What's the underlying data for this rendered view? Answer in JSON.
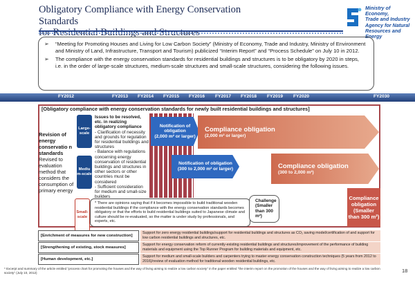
{
  "header": {
    "title_line1": "Obligatory Compliance with Energy Conservation Standards",
    "title_line2": "for Residential Buildings and Structures",
    "logo_line1": "Ministry of Economy,",
    "logo_line2": "Trade and Industry",
    "logo_line3": "Agency for Natural",
    "logo_line4": "Resources and Energy"
  },
  "intro": {
    "arrow": "➢",
    "item1": "“Meeting for Promoting Houses and Living for Low Carbon Society” (Ministry of Economy, Trade and Industry, Ministry of Environment and Ministry of Land, Infrastructure, Transport and Tourism) publicized “Interim Report” and “Process Schedule” on July 10 in 2012.",
    "item2": "The compliance with the energy conservation standards for residential buildings and structures is to be obligatory by 2020 in steps, i.e. in the order of large-scale structures, medium-scale structures and small-scale structures, considering the following issues."
  },
  "years": [
    "FY2012",
    "FY2013",
    "FY2014",
    "FY2015",
    "FY2016",
    "FY2017",
    "FY2018",
    "FY2019",
    "FY2020",
    "FY2030"
  ],
  "framework": {
    "heading": "[Obligatory compliance with energy conservation standards for newly built residential buildings and structures]",
    "revision_bold": "Revision of energy conservatio n standards",
    "revision_rest": "Revised to evaluation method that considers the consumption of primary energy",
    "scale_large": "Large-scale",
    "scale_medium": "Mediu m-scale",
    "scale_small": "Small-scale",
    "issues_head": "Issues to be resolved, etc. in realizing obligatory compliance",
    "issues_body": "- Clarification of necessity and grounds for regulation for residential buildings and structures\n- Balance with regulations concerning energy conservation of residential buildings and structures in other sectors or other countries must be considered\n- Sufficient consideration for medium and small-size builders",
    "notif1_title": "Notification of obligation",
    "notif1_sub": "(2,000 m² or larger)",
    "notif2_title": "Notification of obligation",
    "notif2_sub": "(300 to 2,000 m² or larger)",
    "comp1_title": "Compliance obligation",
    "comp1_sub": "(2,000 m² or larger)",
    "comp2_title": "Compliance obligation",
    "comp2_sub": "(300 to 2,000 m²)",
    "comp3_title": "Compliance obligation (Smaller than 300 m²)",
    "opinion": "* There are opinions saying that if it becomes impossible to build traditional wooden residential buildings if the compliance with the energy conservation standards becomes obligatory or that the efforts to build residential buildings suited to Japanese climate and culture should be re-evaluated, so the matter is under study by professionals, and experts, etc.",
    "challenge": "Challenge (Smaller than 300 m²)"
  },
  "rows": [
    {
      "label": "[Enrichment of measures for new construction]",
      "text": "Support for zero energy residential buildings/support for residential buildings and structures as CO₂ saving model/certification of and support for low carbon residential buildings and structures, etc."
    },
    {
      "label": "[Strengthening of existing, stock measures]",
      "text": "Support for energy conservation reform of currently-existing residential buildings and structures/improvement of the performance of building materials and equipment using the Top Runner Program for building materials and equipment, etc."
    },
    {
      "label": "[Human development, etc.]",
      "text": "Support for medium and small-scale builders and carpenters trying to master energy conservation construction techniques (5 years from 2012 to 2016)/review of evaluation method for traditional wooden residential buildings, etc."
    }
  ],
  "footnote": "* Excerpt and summary of the article entitled \"process chart for promoting the houses and the way of living aiming to realize a low carbon society\" in the paper entitled \"the interim report on the promotion of the houses and the way of living aiming to realize a low carbon society\" (July 10, 2012)",
  "page_number": "18",
  "colors": {
    "navy": "#1f3f8a",
    "notification_blue": "#2f69c0",
    "compliance_orange": "#ce6a4e",
    "frame_red": "#a8474b",
    "row_pink": "#f3d4c7"
  }
}
